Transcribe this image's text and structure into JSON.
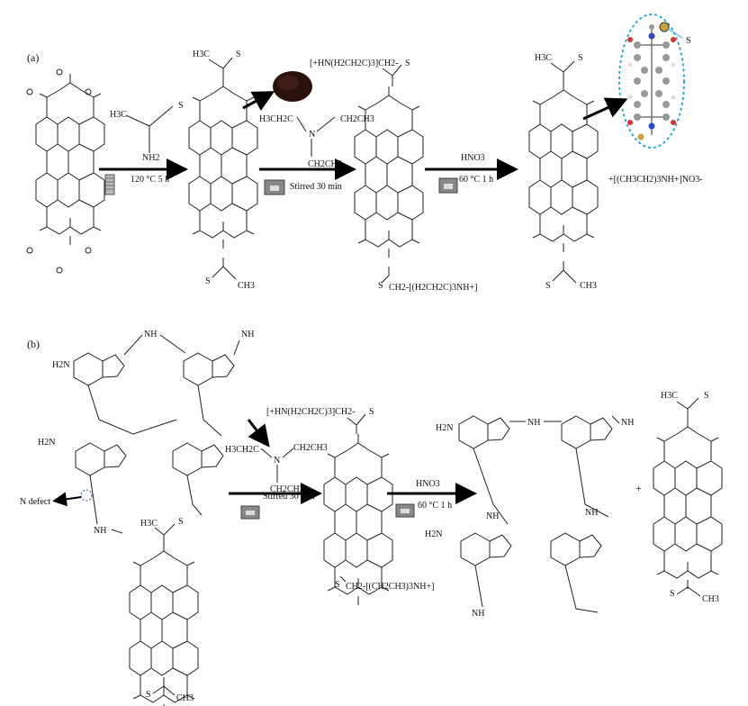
{
  "panel_a": {
    "label": "(a)",
    "reagent_top": "H3C",
    "reagent_s": "S",
    "reagent_nh2": "NH2",
    "step1_condition": "120 °C 5 h",
    "pdi_methyl": "H3C",
    "pdi_s": "S",
    "pdi_bottom_s": "S",
    "pdi_bottom_ch3": "CH3",
    "tea_left": "H3CH2C",
    "tea_right": "CH2CH3",
    "tea_n": "N",
    "tea_bottom": "CH2CH3",
    "step2_condition": "Stirred 30 min",
    "ion_top": "[+HN(H2CH2C)3]CH2-",
    "ion_s_top": "S",
    "ion_bottom": "CH2-[(H2CH2C)3NH+]",
    "ion_s_bottom": "S",
    "step3_reagent": "HNO3",
    "step3_condition": "60 °C 1 h",
    "product_methyl": "H3C",
    "product_s": "S",
    "product_bottom_s": "S",
    "product_bottom_ch3": "CH3",
    "byproduct": "+[(CH3CH2)3NH+]NO3-",
    "model_s": "S"
  },
  "panel_b": {
    "label": "(b)",
    "h2n_1": "H2N",
    "nh_bridge": "NH",
    "nh_end": "NH",
    "h2n_2": "H2N",
    "n_defect": "N defect",
    "nh_methyl": "NH",
    "h3c_dye": "H3C",
    "s_dye_top": "S",
    "s_dye_bottom": "S",
    "ch3_dye_bottom": "CH3",
    "tea_left": "H3CH2C",
    "tea_right": "CH2CH3",
    "tea_bottom": "CH2CH3",
    "tea_n": "N",
    "step2_condition": "Stirred 30 min",
    "ion_top": "[+HN(H2CH2C)3]CH2-",
    "ion_s_top": "S",
    "ion_bottom": "CH2-[(CH2CH3)3NH+]",
    "ion_s_bottom": "S",
    "step3_reagent": "HNO3",
    "step3_condition": "60 °C 1 h",
    "plus": "+",
    "prod_h2n_1": "H2N",
    "prod_nh_1": "NH",
    "prod_nh_2": "NH",
    "prod_h2n_2": "H2N",
    "prod_nh_3": "NH",
    "prod_nh_4": "NH",
    "prod_nh_5": "NH",
    "pdi_h3c": "H3C",
    "pdi_s_top": "S",
    "pdi_s_bottom": "S",
    "pdi_ch3_bottom": "CH3"
  }
}
